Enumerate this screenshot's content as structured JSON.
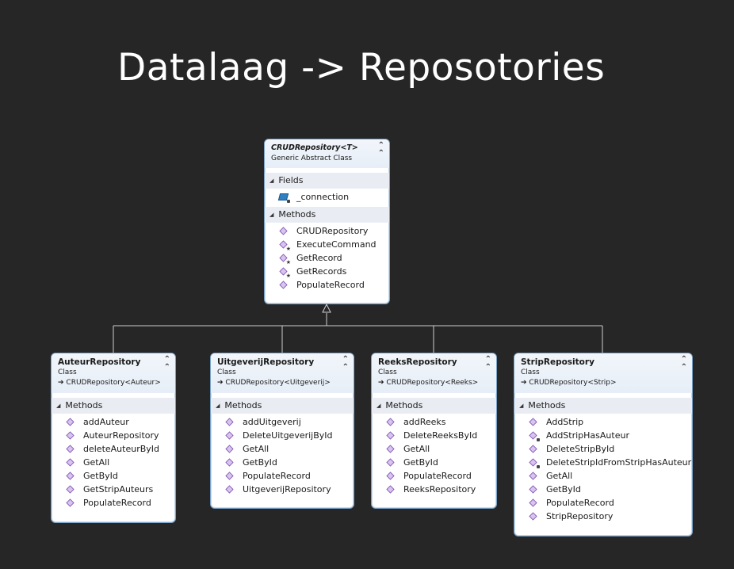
{
  "slide": {
    "title": "Datalaag -> Reposotories"
  },
  "icons": {
    "collapse": "double-chevron-up-icon",
    "section_toggle": "triangle-down-icon",
    "method": "method-cube-icon",
    "field": "field-icon",
    "inheritance": "inherits-arrow-icon"
  },
  "base": {
    "name": "CRUDRepository<T>",
    "kind": "Generic Abstract Class",
    "fields_label": "Fields",
    "fields": [
      {
        "label": "_connection",
        "icon": "private-field-icon"
      }
    ],
    "methods_label": "Methods",
    "methods": [
      {
        "label": "CRUDRepository",
        "modifier": ""
      },
      {
        "label": "ExecuteCommand",
        "modifier": "protected"
      },
      {
        "label": "GetRecord",
        "modifier": "protected"
      },
      {
        "label": "GetRecords",
        "modifier": "protected"
      },
      {
        "label": "PopulateRecord",
        "modifier": ""
      }
    ]
  },
  "classes": [
    {
      "name": "AuteurRepository",
      "kind": "Class",
      "base": "CRUDRepository<Auteur>",
      "methods_label": "Methods",
      "methods": [
        {
          "label": "addAuteur",
          "modifier": ""
        },
        {
          "label": "AuteurRepository",
          "modifier": ""
        },
        {
          "label": "deleteAuteurById",
          "modifier": ""
        },
        {
          "label": "GetAll",
          "modifier": ""
        },
        {
          "label": "GetById",
          "modifier": ""
        },
        {
          "label": "GetStripAuteurs",
          "modifier": ""
        },
        {
          "label": "PopulateRecord",
          "modifier": ""
        }
      ]
    },
    {
      "name": "UitgeverijRepository",
      "kind": "Class",
      "base": "CRUDRepository<Uitgeverij>",
      "methods_label": "Methods",
      "methods": [
        {
          "label": "addUitgeverij",
          "modifier": ""
        },
        {
          "label": "DeleteUitgeverijById",
          "modifier": ""
        },
        {
          "label": "GetAll",
          "modifier": ""
        },
        {
          "label": "GetById",
          "modifier": ""
        },
        {
          "label": "PopulateRecord",
          "modifier": ""
        },
        {
          "label": "UitgeverijRepository",
          "modifier": ""
        }
      ]
    },
    {
      "name": "ReeksRepository",
      "kind": "Class",
      "base": "CRUDRepository<Reeks>",
      "methods_label": "Methods",
      "methods": [
        {
          "label": "addReeks",
          "modifier": ""
        },
        {
          "label": "DeleteReeksById",
          "modifier": ""
        },
        {
          "label": "GetAll",
          "modifier": ""
        },
        {
          "label": "GetById",
          "modifier": ""
        },
        {
          "label": "PopulateRecord",
          "modifier": ""
        },
        {
          "label": "ReeksRepository",
          "modifier": ""
        }
      ]
    },
    {
      "name": "StripRepository",
      "kind": "Class",
      "base": "CRUDRepository<Strip>",
      "methods_label": "Methods",
      "methods": [
        {
          "label": "AddStrip",
          "modifier": ""
        },
        {
          "label": "AddStripHasAuteur",
          "modifier": "private"
        },
        {
          "label": "DeleteStripById",
          "modifier": ""
        },
        {
          "label": "DeleteStripIdFromStripHasAuteur",
          "modifier": "private"
        },
        {
          "label": "GetAll",
          "modifier": ""
        },
        {
          "label": "GetById",
          "modifier": ""
        },
        {
          "label": "PopulateRecord",
          "modifier": ""
        },
        {
          "label": "StripRepository",
          "modifier": ""
        }
      ]
    }
  ]
}
